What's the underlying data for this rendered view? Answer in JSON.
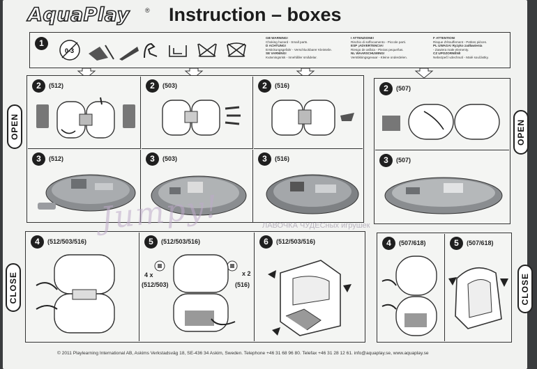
{
  "header": {
    "logo": "AquaPlay",
    "logo_mark": "®",
    "title": "Instruction – boxes"
  },
  "side_labels": {
    "open_left": "OPEN",
    "open_right": "OPEN",
    "close_left": "CLOSE",
    "close_right": "CLOSE"
  },
  "step1": {
    "number": "1",
    "warnings": [
      {
        "code": "GB",
        "label": "WARNING!",
        "text": "Choking hazard - Small parts."
      },
      {
        "code": "D",
        "label": "ACHTUNG!",
        "text": "Erstickungsgefahr - Verschluckbarer Kleinteile."
      },
      {
        "code": "SE",
        "label": "VARNING!",
        "text": "Kvävningsrisk - Innehåller smådelar."
      },
      {
        "code": "I",
        "label": "ATTENZIONE!",
        "text": "Rischio di soffocamento - Piccole parti."
      },
      {
        "code": "ESP",
        "label": "¡ADVERTENCIA!",
        "text": "Riesgo de asfixia - Piezas pequeñas."
      },
      {
        "code": "NL",
        "label": "WAARSCHUWING!",
        "text": "Verstikkingsgevaar - Kleine onderdelen."
      },
      {
        "code": "F",
        "label": "ATTENTION!",
        "text": "Risque d'étouffement - Petites pièces."
      },
      {
        "code": "PL",
        "label": "UWAGA! Ryzyko zadławienia",
        "text": "- Zawiera małe elementy."
      },
      {
        "code": "CZ",
        "label": "UPOZORNĚNÍ!",
        "text": "Nebezpečí vdechnutí - Malé součástky."
      }
    ]
  },
  "open_steps": [
    {
      "number": "2",
      "model": "(512)"
    },
    {
      "number": "2",
      "model": "(503)"
    },
    {
      "number": "2",
      "model": "(516)"
    },
    {
      "number": "2",
      "model": "(507)"
    },
    {
      "number": "3",
      "model": "(512)"
    },
    {
      "number": "3",
      "model": "(503)"
    },
    {
      "number": "3",
      "model": "(516)"
    },
    {
      "number": "3",
      "model": "(507)"
    }
  ],
  "close_steps": [
    {
      "number": "4",
      "model": "(512/503/516)"
    },
    {
      "number": "5",
      "model": "(512/503/516)"
    },
    {
      "number": "6",
      "model": "(512/503/516)"
    },
    {
      "number": "4",
      "model": "(507/618)"
    },
    {
      "number": "5",
      "model": "(507/618)"
    }
  ],
  "step5_notes": {
    "left_qty": "4 x",
    "left_models": "(512/503)",
    "right_qty": "x 2",
    "right_models": "(516)"
  },
  "footer": "© 2011 Playlearning International AB, Askims Verkstadsväg 18, SE-436 34 Askim, Sweden. Telephone +46 31 68 96 80. Telefax +46 31 28 12 61. info@aquaplay.se, www.aquaplay.se",
  "watermark": {
    "script": "Jumpy!",
    "shop": "ЛАВОЧКА ЧУДЕСных игрушек"
  },
  "colors": {
    "paper": "#f1f2f0",
    "ink": "#1f1f1f",
    "toy_grey": "#8a8d90",
    "background": "#3a3c3e"
  }
}
